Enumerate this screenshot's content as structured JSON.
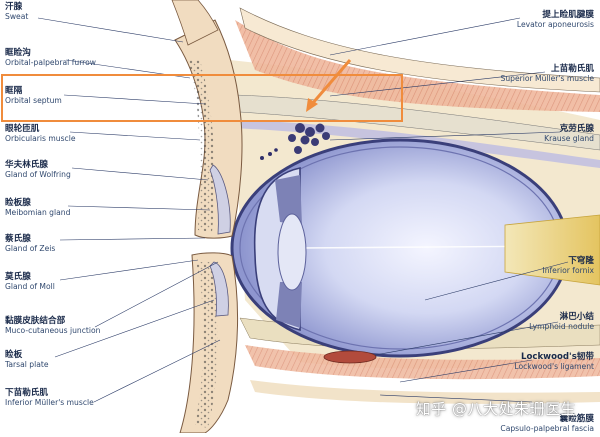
{
  "labels_left": [
    {
      "zh": "汗腺",
      "en": "Sweat"
    },
    {
      "zh": "眶睑沟",
      "en": "Orbital-palpebral furrow"
    },
    {
      "zh": "眶隔",
      "en": "Orbital septum"
    },
    {
      "zh": "眼轮匝肌",
      "en": "Orbicularis muscle"
    },
    {
      "zh": "华夫林氏腺",
      "en": "Gland of Wolfring"
    },
    {
      "zh": "睑板腺",
      "en": "Meibomian gland"
    },
    {
      "zh": "蔡氏腺",
      "en": "Gland of Zeis"
    },
    {
      "zh": "莫氏腺",
      "en": "Gland of Moll"
    },
    {
      "zh": "黏膜皮肤结合部",
      "en": "Muco-cutaneous junction"
    },
    {
      "zh": "睑板",
      "en": "Tarsal plate"
    },
    {
      "zh": "下苗勒氏肌",
      "en": "Inferior Müller's muscle"
    }
  ],
  "labels_right": [
    {
      "zh": "提上睑肌腱膜",
      "en": "Levator aponeurosis"
    },
    {
      "zh": "上苗勒氏肌",
      "en": "Superior Müller's muscle"
    },
    {
      "zh": "克劳氏腺",
      "en": "Krause gland"
    },
    {
      "zh": "下穹隆",
      "en": "Inferior fornix"
    },
    {
      "zh": "淋巴小结",
      "en": "Lymphoid nodule"
    },
    {
      "zh": "Lockwood's韧带",
      "en": "Lockwood's ligament"
    },
    {
      "zh": "囊睑筋膜",
      "en": "Capsulo-palpebral fascia"
    }
  ],
  "watermark": "知乎 @八大处朱珊医生",
  "colors": {
    "highlight_box": "#f08c3c",
    "arrow": "#f08c3c",
    "leader_line": "#2a3a66",
    "skin": "#f1dcc0",
    "globe_fill": "#c9d0ee",
    "muscle": "#e9a58c"
  }
}
